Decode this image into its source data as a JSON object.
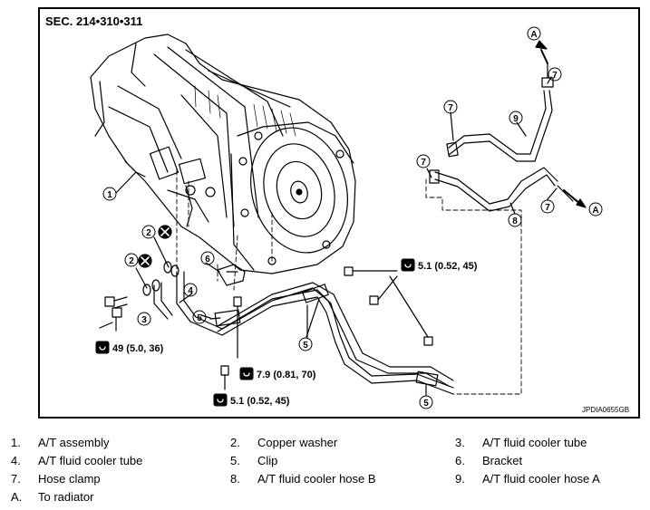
{
  "diagram": {
    "section_title": "SEC. 214•310•311",
    "figure_id": "JPDIA0655GB",
    "callouts": {
      "c1": "1",
      "c2a": "2",
      "c2b": "2",
      "c3": "3",
      "c4": "4",
      "c5a": "5",
      "c5b": "5",
      "c5c": "5",
      "c6": "6",
      "c7a": "7",
      "c7b": "7",
      "c7c": "7",
      "c7d": "7",
      "c8": "8",
      "c9": "9",
      "ca1": "A",
      "ca2": "A"
    },
    "torques": {
      "t1": "49 (5.0, 36)",
      "t2": "7.9 (0.81, 70)",
      "t3": "5.1 (0.52, 45)",
      "t4": "5.1 (0.52, 45)"
    }
  },
  "legend": [
    {
      "key": "1.",
      "label": "A/T assembly"
    },
    {
      "key": "2.",
      "label": "Copper washer"
    },
    {
      "key": "3.",
      "label": "A/T fluid cooler tube"
    },
    {
      "key": "4.",
      "label": "A/T fluid cooler tube"
    },
    {
      "key": "5.",
      "label": "Clip"
    },
    {
      "key": "6.",
      "label": "Bracket"
    },
    {
      "key": "7.",
      "label": "Hose clamp"
    },
    {
      "key": "8.",
      "label": "A/T fluid cooler hose B"
    },
    {
      "key": "9.",
      "label": "A/T fluid cooler hose A"
    },
    {
      "key": "A.",
      "label": "To radiator"
    }
  ]
}
